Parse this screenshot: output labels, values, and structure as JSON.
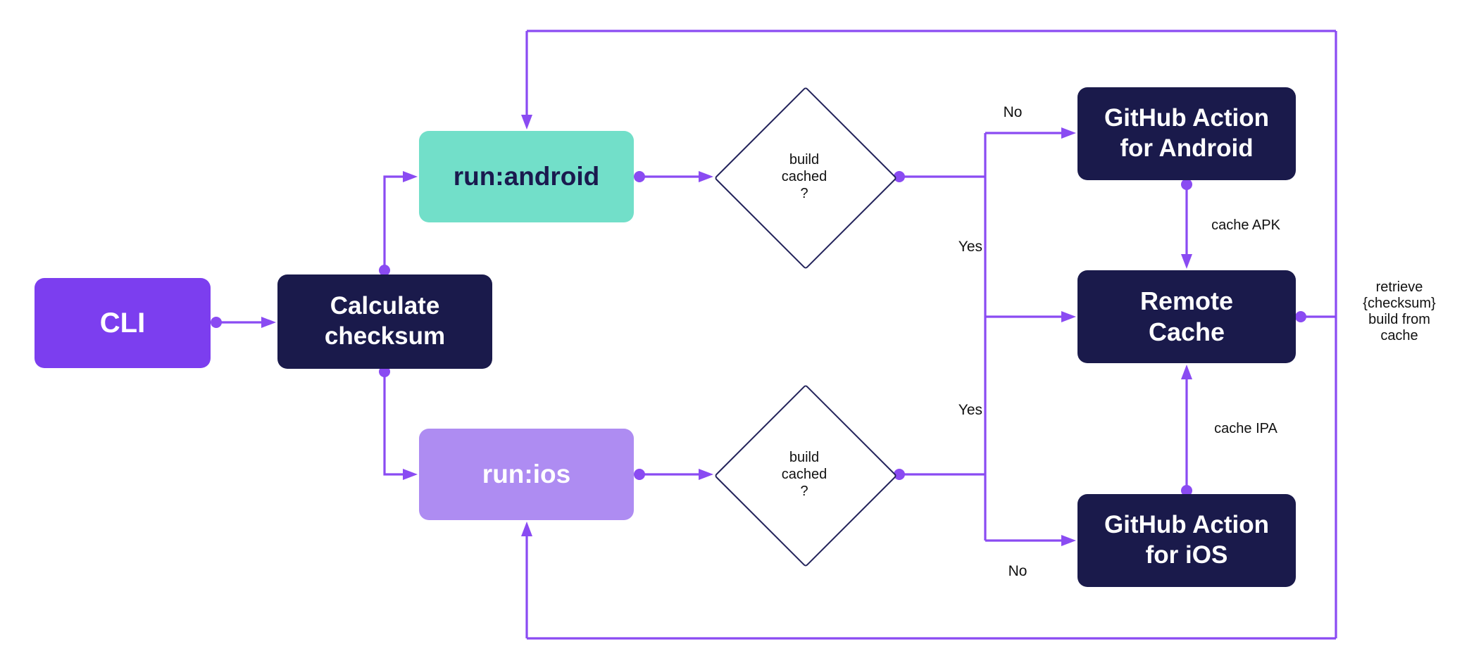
{
  "colors": {
    "background": "#ffffff",
    "connector": "#8a4bf2",
    "node_navy": "#1a1a4b",
    "node_violet": "#7c3eef",
    "node_teal": "#72dfc9",
    "node_lavender": "#ae8cf2",
    "diamond_border": "#23235b",
    "text_light": "#ffffff",
    "text_dark": "#1a1a4e",
    "label_text": "#111111"
  },
  "nodes": {
    "cli": {
      "label": "CLI"
    },
    "calculate_checksum": {
      "label": "Calculate\nchecksum"
    },
    "run_android": {
      "label": "run:android"
    },
    "run_ios": {
      "label": "run:ios"
    },
    "android_build_cached": {
      "label": "build\ncached\n?"
    },
    "ios_build_cached": {
      "label": "build\ncached\n?"
    },
    "github_action_android": {
      "label": "GitHub Action\nfor Android"
    },
    "remote_cache": {
      "label": "Remote\nCache"
    },
    "github_action_ios": {
      "label": "GitHub Action\nfor iOS"
    }
  },
  "edge_labels": {
    "android_no": "No",
    "android_yes": "Yes",
    "ios_yes": "Yes",
    "ios_no": "No",
    "cache_apk": "cache APK",
    "cache_ipa": "cache IPA",
    "retrieve": "retrieve\n{checksum}\nbuild from\ncache"
  }
}
